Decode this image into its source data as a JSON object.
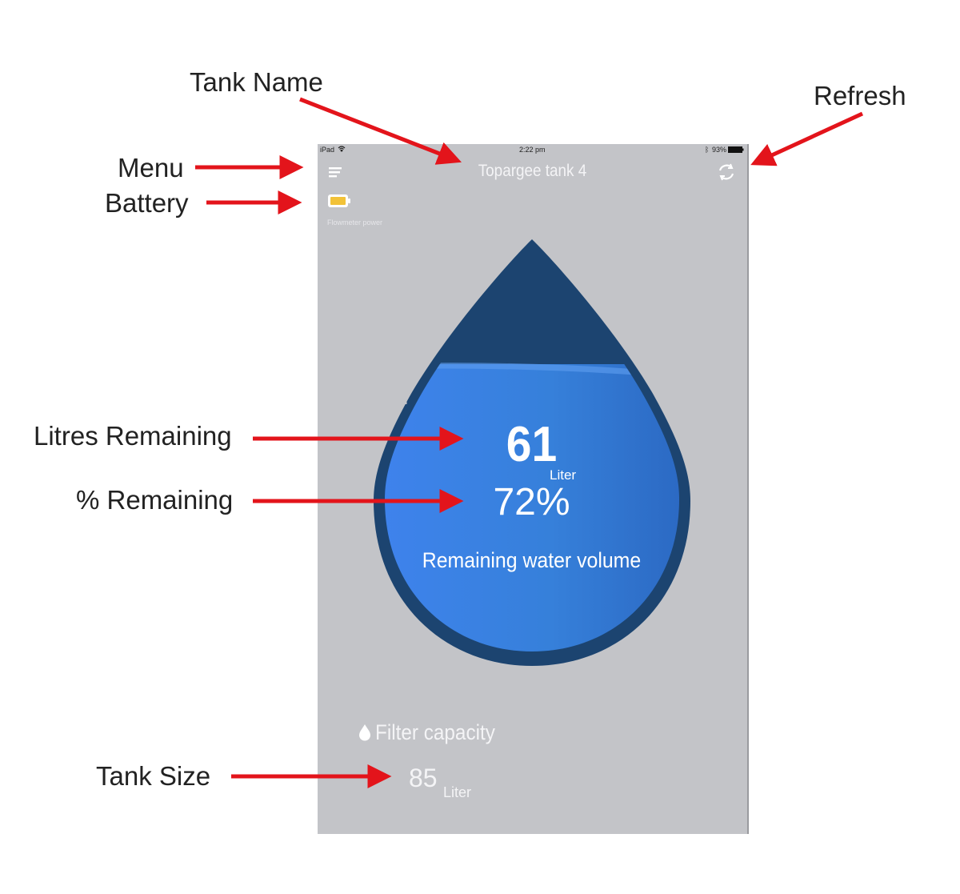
{
  "annotations": {
    "tank_name": "Tank Name",
    "refresh": "Refresh",
    "menu": "Menu",
    "battery": "Battery",
    "litres_remaining": "Litres Remaining",
    "percent_remaining": "% Remaining",
    "tank_size": "Tank Size"
  },
  "status_bar": {
    "device": "iPad",
    "time": "2:22 pm",
    "battery": "93%"
  },
  "header": {
    "title": "Topargee tank 4",
    "menu_icon": "menu-icon",
    "refresh_icon": "refresh-icon"
  },
  "flowmeter": {
    "caption": "Flowmeter power",
    "battery_icon": "battery-icon",
    "battery_color": "#f2c238"
  },
  "water": {
    "litres": "61",
    "litres_unit": "Liter",
    "percent": "72%",
    "percent_value": 72,
    "caption": "Remaining water volume",
    "dark_color": "#1c4470",
    "fill_color": "#3a7fe4"
  },
  "filter": {
    "label": "Filter capacity",
    "icon": "water-drop-icon",
    "size": "85",
    "unit": "Liter"
  },
  "colors": {
    "annotation_arrow": "#e3141b",
    "screen_bg": "#c3c4c8"
  }
}
